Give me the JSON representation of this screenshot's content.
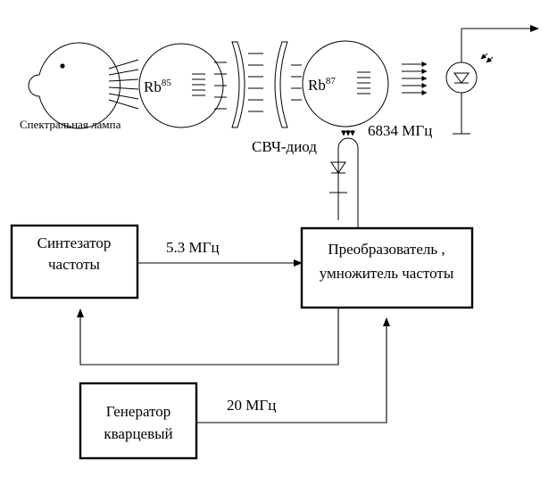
{
  "labels": {
    "lamp": "Спектральная лампа",
    "rb85_base": "Rb",
    "rb85_sup": "85",
    "rb87_base": "Rb",
    "rb87_sup": "87",
    "svch_diode": "СВЧ-диод",
    "freq_6834": "6834 МГц",
    "freq_53": "5.3 МГц",
    "freq_20": "20 МГц"
  },
  "blocks": {
    "synthesizer": [
      "Синтезатор",
      "частоты"
    ],
    "converter": [
      "Преобразователь ,",
      "умножитель частоты"
    ],
    "generator": [
      "Генератор",
      "кварцевый"
    ]
  },
  "icons": [
    "lamp-bulb-icon",
    "lens-icon",
    "photodiode-icon",
    "diode-icon",
    "arrow-icon"
  ]
}
